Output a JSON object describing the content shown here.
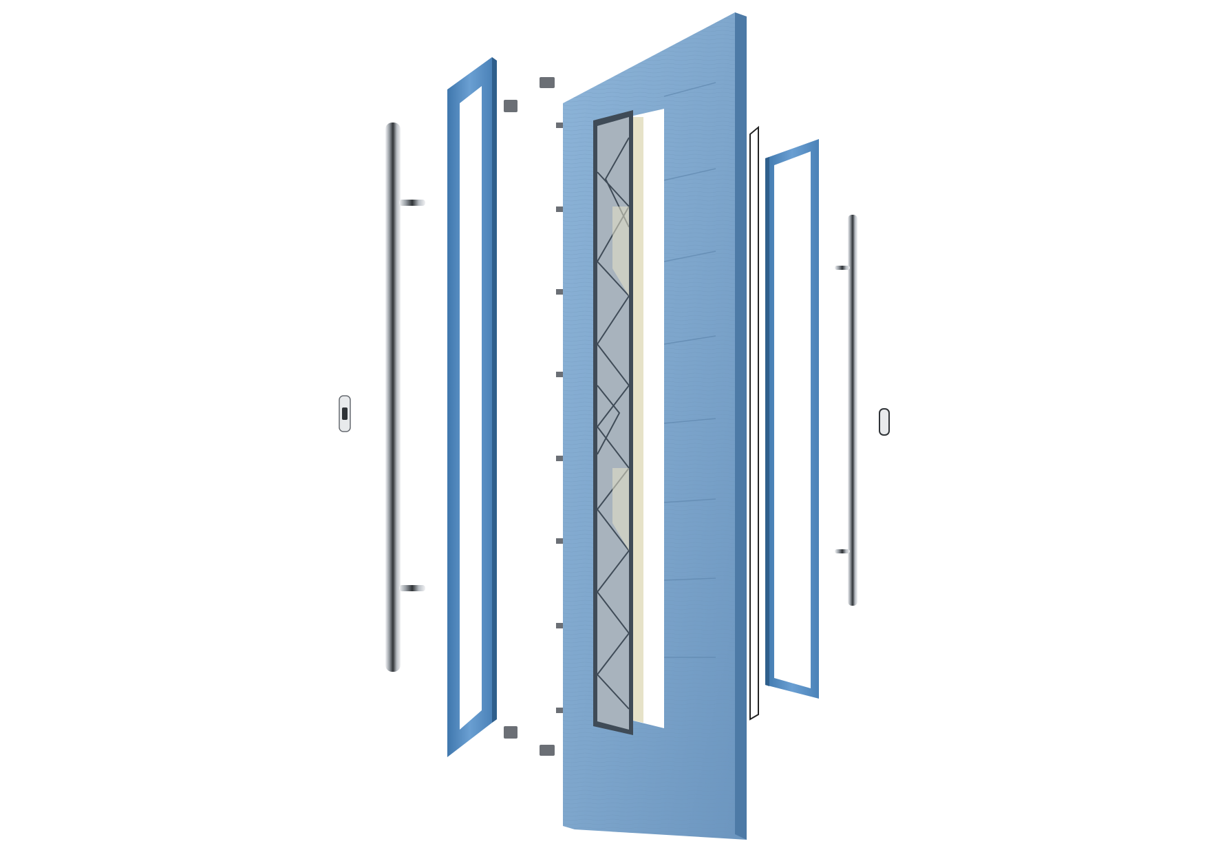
{
  "scene": {
    "subject": "exploded-view-composite-door-with-glazing",
    "colors": {
      "background": "#ffffff",
      "door_blue": "#7ea6cc",
      "door_blue_dark": "#5d88b3",
      "door_edge": "#4d7aa6",
      "frame_blue": "#5f95c9",
      "frame_blue_dark": "#3f77ad",
      "chrome_light": "#eef0f2",
      "chrome_dark": "#3a3d42",
      "glass_panel": "#a8b3bd",
      "glass_dark": "#3f4b57",
      "glazing_cream": "#e6e2c8",
      "clip_grey": "#6b6f75"
    },
    "components": [
      {
        "name": "pull-handle-left",
        "icon": "pull-handle-icon"
      },
      {
        "name": "escutcheon-left",
        "icon": "lock-escutcheon-icon"
      },
      {
        "name": "glazing-frame-outer",
        "icon": "frame-icon"
      },
      {
        "name": "retaining-clips",
        "icon": "clip-icon"
      },
      {
        "name": "decorative-glass-unit",
        "icon": "glass-icon"
      },
      {
        "name": "door-slab",
        "icon": "door-icon"
      },
      {
        "name": "glazing-seal",
        "icon": "seal-icon"
      },
      {
        "name": "glazing-frame-inner",
        "icon": "frame-icon"
      },
      {
        "name": "pull-handle-right",
        "icon": "pull-handle-icon"
      },
      {
        "name": "thumb-turn-right",
        "icon": "thumb-turn-icon"
      }
    ]
  }
}
